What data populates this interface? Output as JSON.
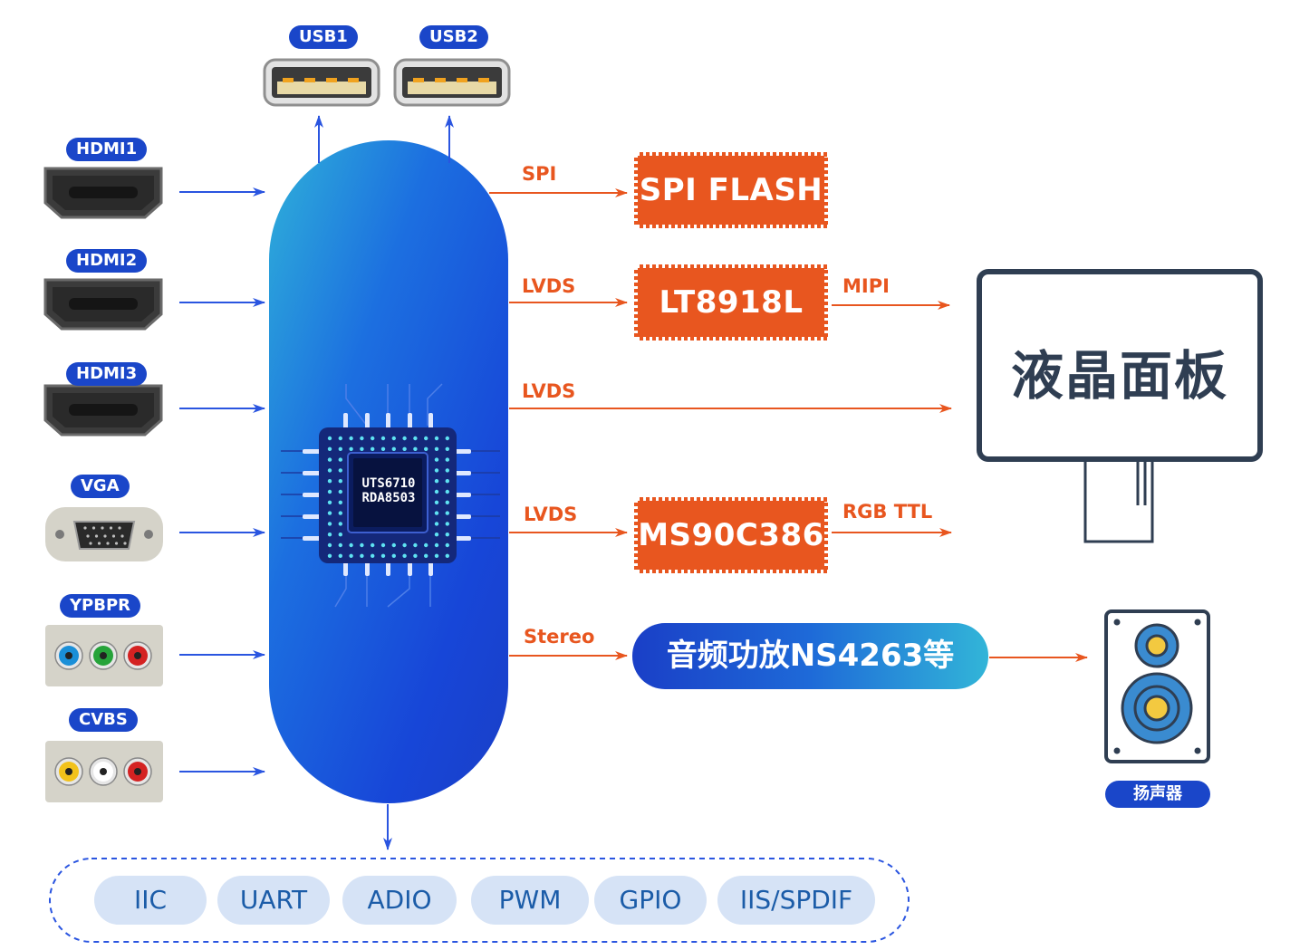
{
  "usb_ports": [
    {
      "label": "USB1"
    },
    {
      "label": "USB2"
    }
  ],
  "inputs": [
    {
      "label": "HDMI1",
      "kind": "hdmi"
    },
    {
      "label": "HDMI2",
      "kind": "hdmi"
    },
    {
      "label": "HDMI3",
      "kind": "hdmi"
    },
    {
      "label": "VGA",
      "kind": "vga"
    },
    {
      "label": "YPBPR",
      "kind": "ypbpr"
    },
    {
      "label": "CVBS",
      "kind": "cvbs"
    }
  ],
  "soc": {
    "line1": "UTS6710",
    "line2": "RDA8503"
  },
  "outputs": [
    {
      "signal": "SPI",
      "device": "SPI FLASH"
    },
    {
      "signal": "LVDS",
      "device": "LT8918L",
      "out_signal": "MIPI"
    },
    {
      "signal": "LVDS"
    },
    {
      "signal": "LVDS",
      "device": "MS90C386",
      "out_signal": "RGB TTL"
    },
    {
      "signal": "Stereo",
      "device": "音频功放NS4263等"
    }
  ],
  "panel": {
    "label": "液晶面板"
  },
  "speaker": {
    "label": "扬声器"
  },
  "buses": [
    "IIC",
    "UART",
    "ADIO",
    "PWM",
    "GPIO",
    "IIS/SPDIF"
  ],
  "colors": {
    "blue": "#1a46c9",
    "orange": "#e8561f",
    "arrow_blue": "#2a55e0",
    "panel_border": "#2f3e52",
    "bus_bg": "#d6e3f6",
    "bus_text": "#1b5ca8"
  }
}
